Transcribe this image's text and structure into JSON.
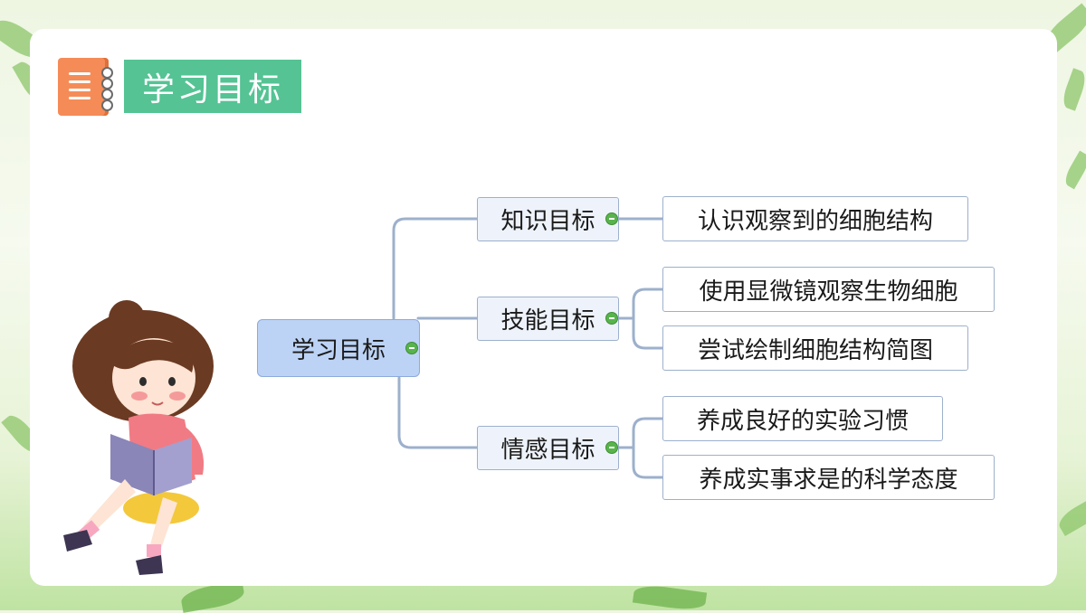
{
  "header": {
    "title": "学习目标",
    "title_icon": "notebook-icon"
  },
  "mindmap": {
    "root": "学习目标",
    "branches": [
      {
        "label": "知识目标",
        "leaves": [
          "认识观察到的细胞结构"
        ]
      },
      {
        "label": "技能目标",
        "leaves": [
          "使用显微镜观察生物细胞",
          "尝试绘制细胞结构简图"
        ]
      },
      {
        "label": "情感目标",
        "leaves": [
          "养成良好的实验习惯",
          "养成实事求是的科学态度"
        ]
      }
    ]
  },
  "colors": {
    "title_bg": "#55c394",
    "root_fill": "#bcd3f6",
    "branch_fill": "#eef3fb",
    "connector": "#9db0cc",
    "toggle": "#58b34c",
    "notebook": "#f58c57"
  },
  "illustration": "girl-reading-book-illustration"
}
